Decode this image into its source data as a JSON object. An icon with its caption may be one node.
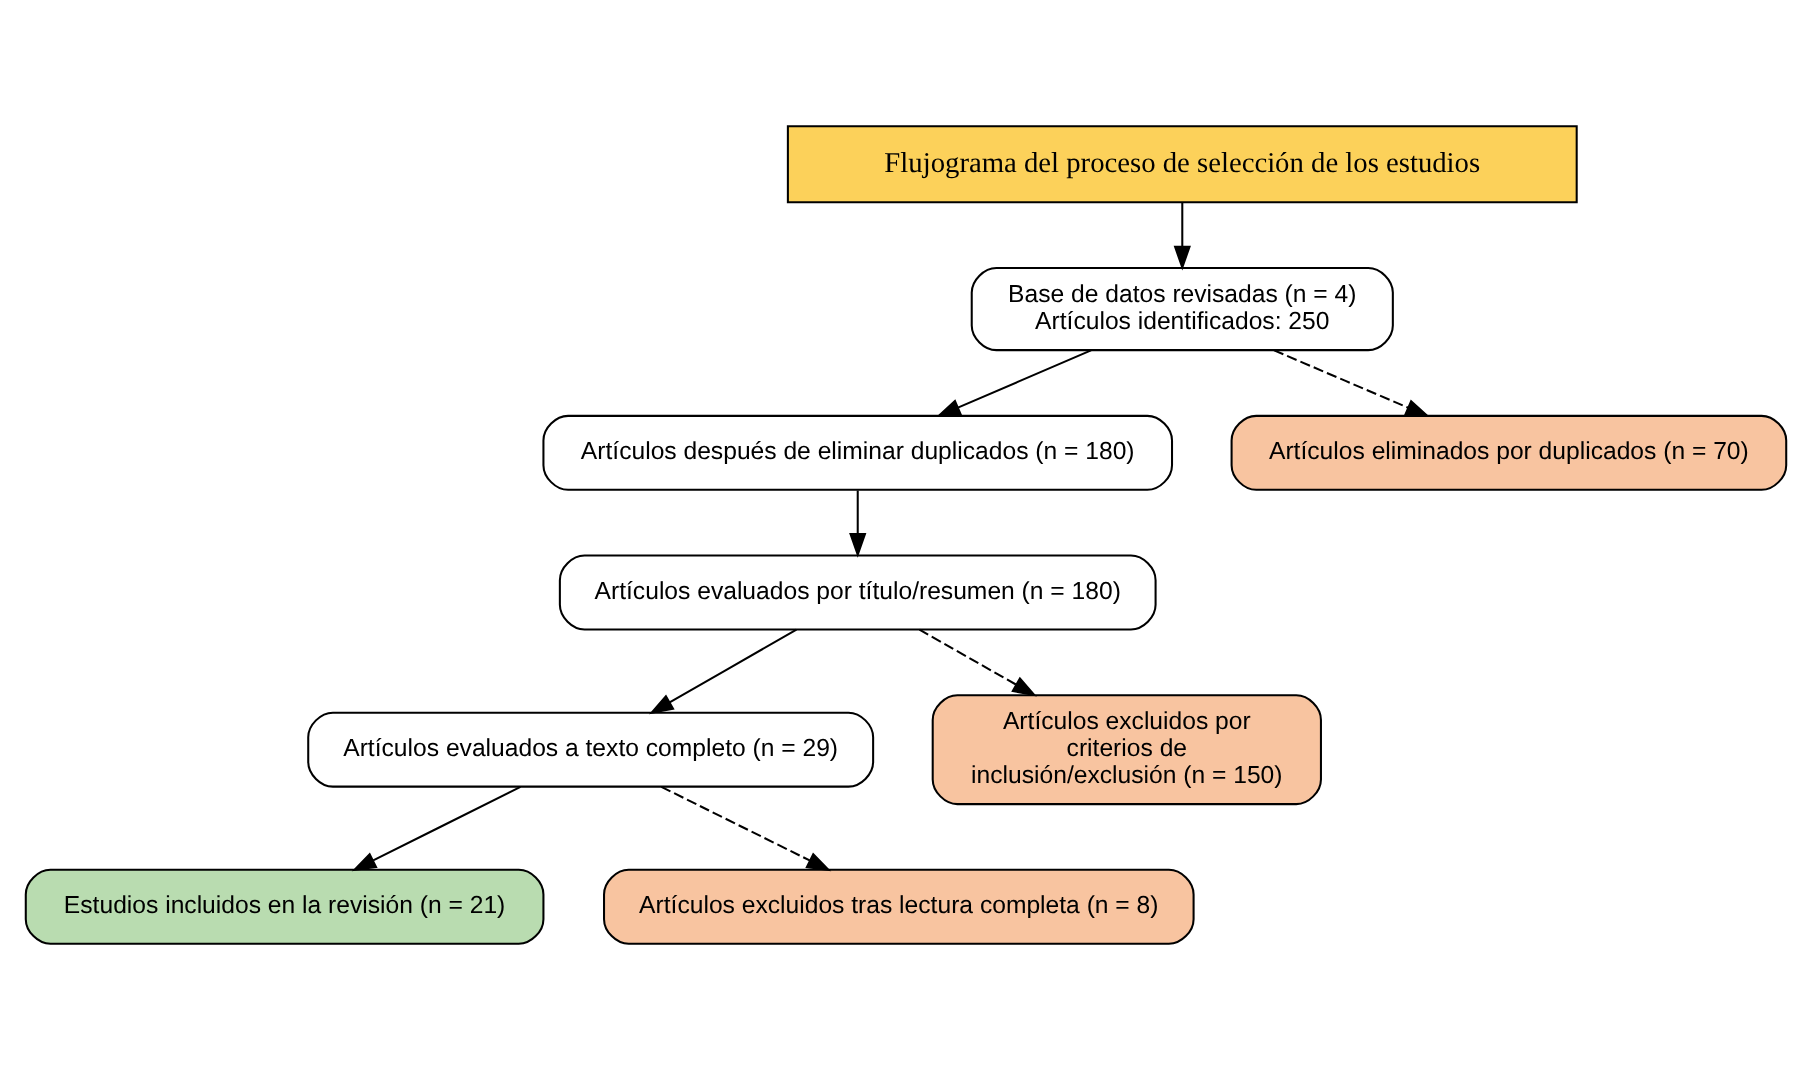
{
  "diagram": {
    "nodes": [
      {
        "text": [
          "Flujograma del proceso de selección de los estudios"
        ]
      },
      {
        "text": [
          "Base de datos revisadas (n = 4)",
          "Artículos identificados: 250"
        ]
      },
      {
        "text": [
          "Artículos después de eliminar duplicados (n = 180)"
        ]
      },
      {
        "text": [
          "Artículos eliminados por duplicados (n = 70)"
        ]
      },
      {
        "text": [
          "Artículos evaluados por título/resumen (n = 180)"
        ]
      },
      {
        "text": [
          "Artículos evaluados a texto completo (n = 29)"
        ]
      },
      {
        "text": [
          "Artículos excluidos por criterios de inclusión/exclusión (n = 150)"
        ]
      },
      {
        "text": [
          "Estudios incluidos en la revisión (n = 21)"
        ]
      },
      {
        "text": [
          "Artículos excluidos tras lectura completa (n = 8)"
        ]
      }
    ],
    "edges": [
      {
        "from": 0,
        "to": 1,
        "arrow": "to"
      },
      {
        "from": 1,
        "to": 2,
        "arrow": "to"
      },
      {
        "from": 1,
        "to": 3,
        "arrow": "to",
        "style": "dashed"
      },
      {
        "from": 2,
        "to": 4,
        "arrow": "to"
      },
      {
        "from": 4,
        "to": 5,
        "arrow": "to"
      },
      {
        "from": 4,
        "to": 6,
        "arrow": "to",
        "style": "dashed"
      },
      {
        "from": 5,
        "to": 7,
        "arrow": "to"
      },
      {
        "from": 5,
        "to": 8,
        "arrow": "to",
        "style": "dashed"
      }
    ]
  }
}
